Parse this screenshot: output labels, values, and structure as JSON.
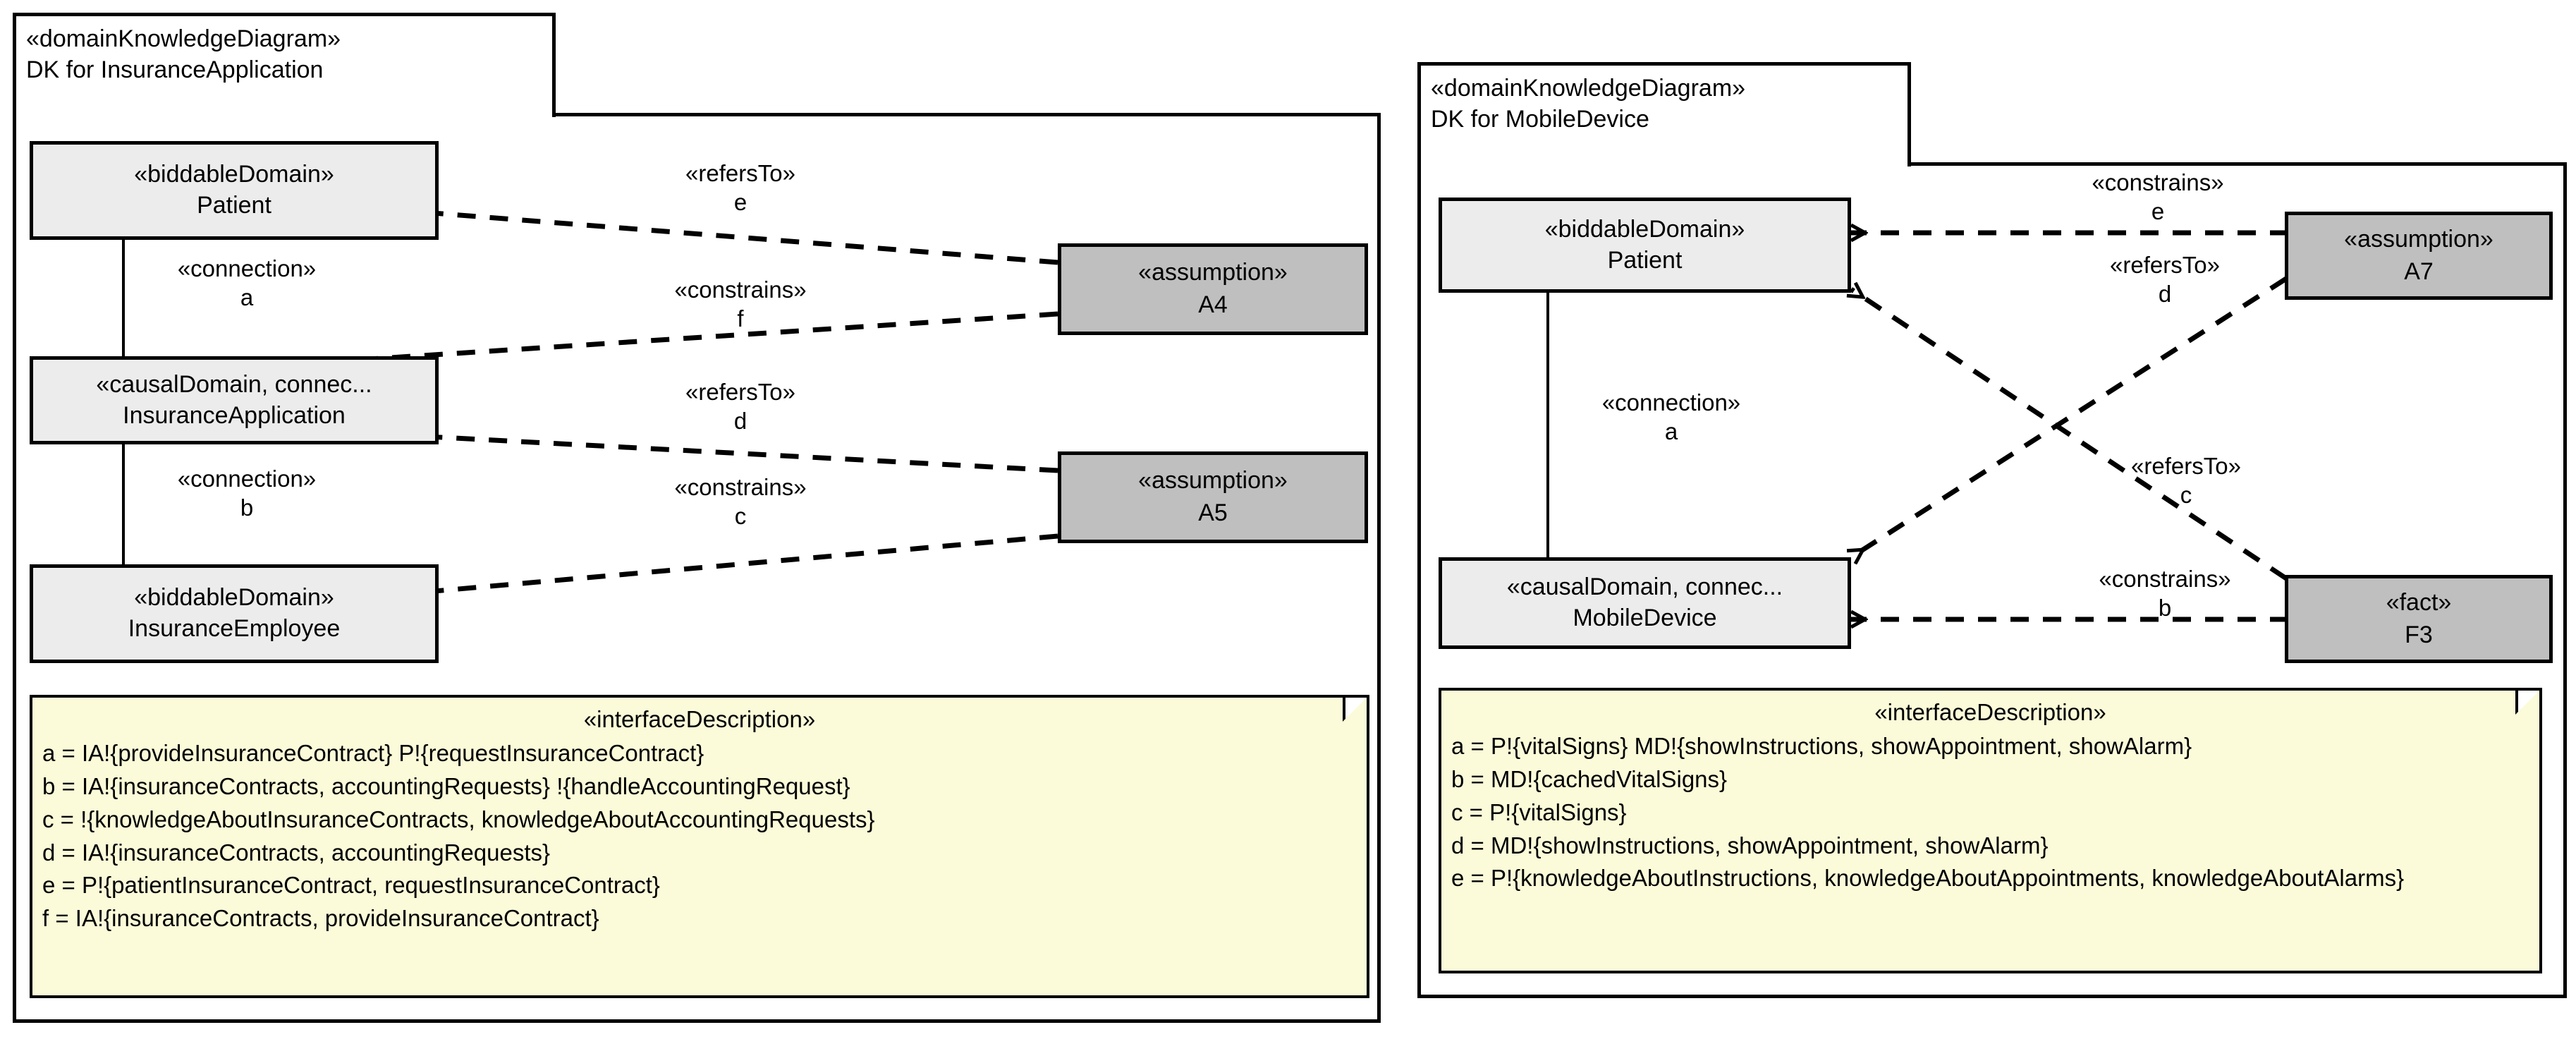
{
  "diagrams": [
    {
      "id": "dk-insurance-application",
      "frame": {
        "stereotype": "«domainKnowledgeDiagram»",
        "name": "DK for InsuranceApplication"
      },
      "domains": [
        {
          "id": "patient",
          "stereotype": "«biddableDomain»",
          "name": "Patient"
        },
        {
          "id": "insurance-app",
          "stereotype": "«causalDomain, connec...",
          "name": "InsuranceApplication"
        },
        {
          "id": "insurance-employee",
          "stereotype": "«biddableDomain»",
          "name": "InsuranceEmployee"
        }
      ],
      "knowledge": [
        {
          "id": "a4",
          "stereotype": "«assumption»",
          "name": "A4"
        },
        {
          "id": "a5",
          "stereotype": "«assumption»",
          "name": "A5"
        }
      ],
      "connections": [
        {
          "id": "conn-a",
          "stereotype": "«connection»",
          "name": "a"
        },
        {
          "id": "conn-b",
          "stereotype": "«connection»",
          "name": "b"
        }
      ],
      "relations": [
        {
          "id": "rel-e",
          "stereotype": "«refersTo»",
          "name": "e",
          "from": "a4",
          "to": "patient"
        },
        {
          "id": "rel-f",
          "stereotype": "«constrains»",
          "name": "f",
          "from": "a4",
          "to": "insurance-app"
        },
        {
          "id": "rel-d",
          "stereotype": "«refersTo»",
          "name": "d",
          "from": "a5",
          "to": "insurance-app"
        },
        {
          "id": "rel-c",
          "stereotype": "«constrains»",
          "name": "c",
          "from": "a5",
          "to": "insurance-employee"
        }
      ],
      "note": {
        "title": "«interfaceDescription»",
        "lines": [
          "a = IA!{provideInsuranceContract} P!{requestInsuranceContract}",
          "b = IA!{insuranceContracts, accountingRequests} !{handleAccountingRequest}",
          "c = !{knowledgeAboutInsuranceContracts, knowledgeAboutAccountingRequests}",
          "d = IA!{insuranceContracts, accountingRequests}",
          "e = P!{patientInsuranceContract, requestInsuranceContract}",
          "f = IA!{insuranceContracts, provideInsuranceContract}"
        ]
      }
    },
    {
      "id": "dk-mobile-device",
      "frame": {
        "stereotype": "«domainKnowledgeDiagram»",
        "name": "DK for MobileDevice"
      },
      "domains": [
        {
          "id": "patient-2",
          "stereotype": "«biddableDomain»",
          "name": "Patient"
        },
        {
          "id": "mobile-device",
          "stereotype": "«causalDomain, connec...",
          "name": "MobileDevice"
        }
      ],
      "knowledge": [
        {
          "id": "a7",
          "stereotype": "«assumption»",
          "name": "A7"
        },
        {
          "id": "f3",
          "stereotype": "«fact»",
          "name": "F3"
        }
      ],
      "connections": [
        {
          "id": "conn-a2",
          "stereotype": "«connection»",
          "name": "a"
        }
      ],
      "relations": [
        {
          "id": "rel-e2",
          "stereotype": "«constrains»",
          "name": "e",
          "from": "a7",
          "to": "patient-2"
        },
        {
          "id": "rel-d2",
          "stereotype": "«refersTo»",
          "name": "d",
          "from": "a7",
          "to": "mobile-device"
        },
        {
          "id": "rel-c2",
          "stereotype": "«refersTo»",
          "name": "c",
          "from": "f3",
          "to": "patient-2"
        },
        {
          "id": "rel-b2",
          "stereotype": "«constrains»",
          "name": "b",
          "from": "f3",
          "to": "mobile-device"
        }
      ],
      "note": {
        "title": "«interfaceDescription»",
        "lines": [
          "a = P!{vitalSigns} MD!{showInstructions, showAppointment, showAlarm}",
          "b = MD!{cachedVitalSigns}",
          "c = P!{vitalSigns}",
          "d = MD!{showInstructions, showAppointment, showAlarm}",
          "e = P!{knowledgeAboutInstructions, knowledgeAboutAppointments, knowledgeAboutAlarms}"
        ]
      }
    }
  ],
  "colors": {
    "domain_fill": "#ececec",
    "knowledge_fill": "#bfbfbf",
    "note_fill": "#fbfbd9",
    "stroke": "#000000",
    "background": "#ffffff"
  }
}
